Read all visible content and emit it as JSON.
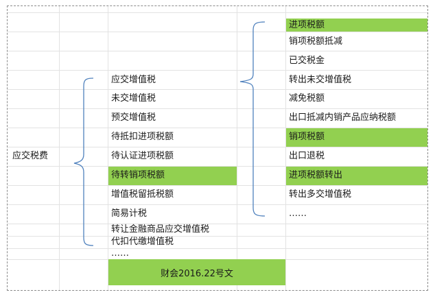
{
  "root_label": "应交税费",
  "level1": [
    {
      "label": "应交增值税",
      "highlight": false
    },
    {
      "label": "未交增值税",
      "highlight": false
    },
    {
      "label": "预交增值税",
      "highlight": false
    },
    {
      "label": "待抵扣进项税额",
      "highlight": false
    },
    {
      "label": "待认证进项税额",
      "highlight": false
    },
    {
      "label": "待转销项税额",
      "highlight": true
    },
    {
      "label": "增值税留抵税额",
      "highlight": false
    },
    {
      "label": "简易计税",
      "highlight": false
    },
    {
      "label": "转让金融商品应交增值税",
      "highlight": false
    },
    {
      "label": "代扣代缴增值税",
      "highlight": false
    },
    {
      "label": "……",
      "highlight": false
    }
  ],
  "level2": [
    {
      "label": "进项税额",
      "highlight": true
    },
    {
      "label": "销项税额抵减",
      "highlight": false
    },
    {
      "label": "已交税金",
      "highlight": false
    },
    {
      "label": "转出未交增值税",
      "highlight": false
    },
    {
      "label": "减免税额",
      "highlight": false
    },
    {
      "label": "出口抵减内销产品应纳税额",
      "highlight": false
    },
    {
      "label": "销项税额",
      "highlight": true
    },
    {
      "label": "出口退税",
      "highlight": false
    },
    {
      "label": "进项税额转出",
      "highlight": true
    },
    {
      "label": "转出多交增值税",
      "highlight": false
    },
    {
      "label": "……",
      "highlight": false
    }
  ],
  "footer_note": "财会2016.22号文",
  "colors": {
    "highlight": "#92d050",
    "brace": "#4f81bd",
    "grid": "#e2e2e2"
  }
}
